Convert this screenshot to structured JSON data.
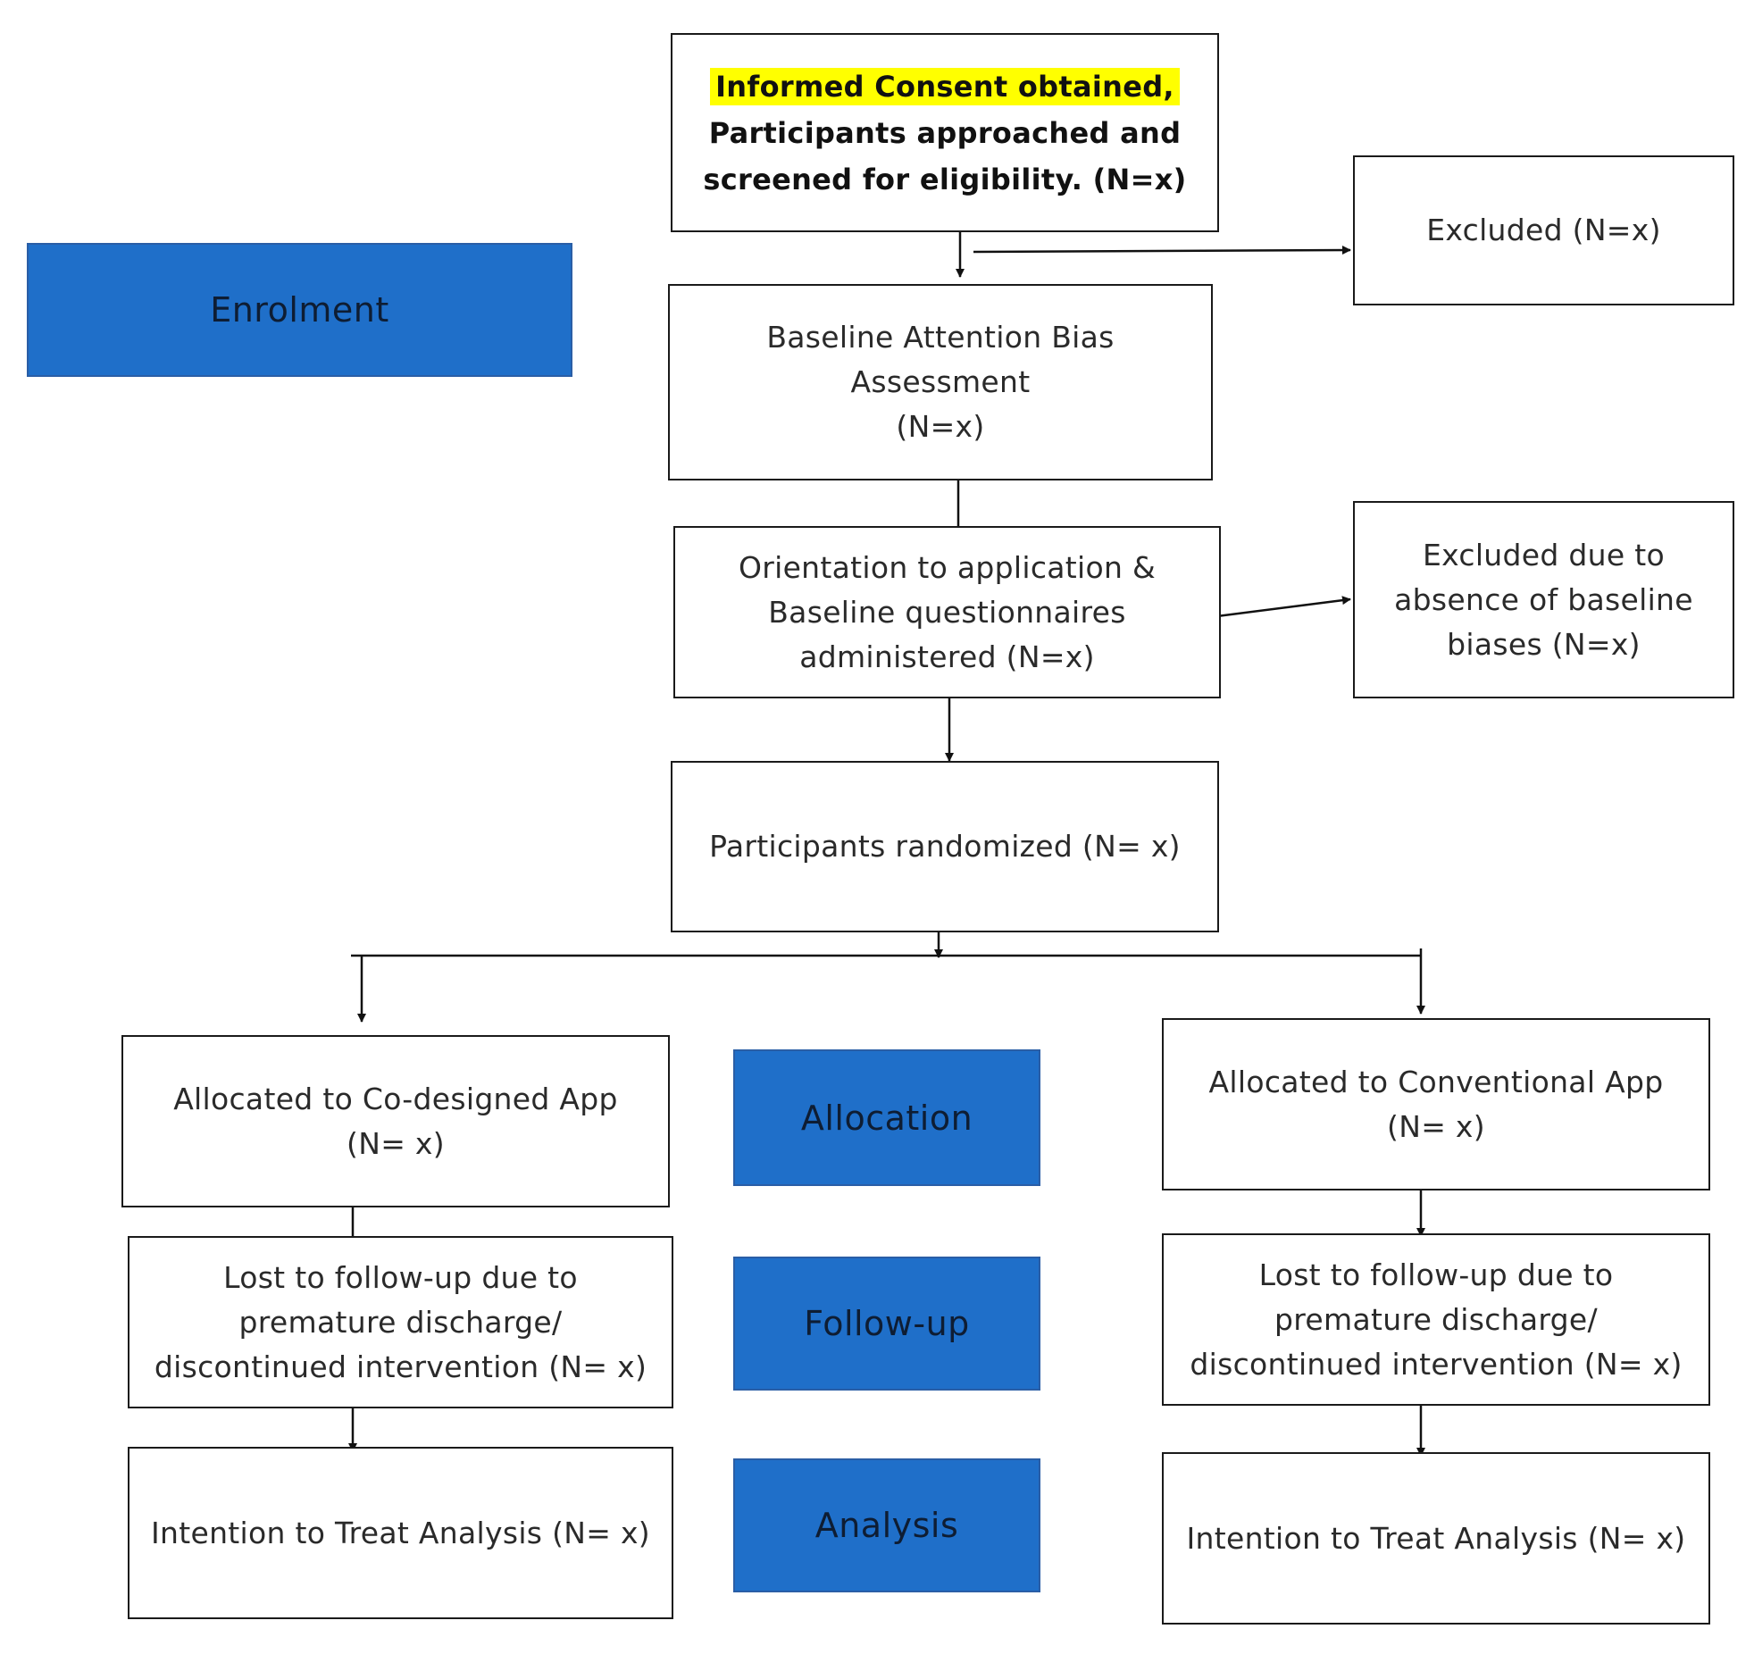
{
  "stages": {
    "enrolment": "Enrolment",
    "allocation": "Allocation",
    "follow_up": "Follow-up",
    "analysis": "Analysis"
  },
  "boxes": {
    "consent": {
      "highlight": "Informed Consent obtained,",
      "line2": "Participants approached and",
      "line3": "screened for eligibility. (N=x)"
    },
    "excluded": "Excluded (N=x)",
    "baseline_assessment": {
      "line1": "Baseline Attention Bias",
      "line2": "Assessment",
      "line3": "(N=x)"
    },
    "orientation": {
      "line1": "Orientation to application &",
      "line2": "Baseline questionnaires",
      "line3": "administered (N=x)"
    },
    "excluded_biases": {
      "line1": "Excluded due to",
      "line2": "absence of baseline",
      "line3": "biases (N=x)"
    },
    "randomized": "Participants randomized (N= x)",
    "left_arm": {
      "allocated": {
        "line1": "Allocated to Co-designed App",
        "line2": "(N= x)"
      },
      "lost": {
        "line1": "Lost to follow-up due to",
        "line2": "premature discharge/",
        "line3": "discontinued intervention (N= x)"
      },
      "analysis": "Intention to Treat Analysis (N= x)"
    },
    "right_arm": {
      "allocated": {
        "line1": "Allocated to Conventional App",
        "line2": "(N= x)"
      },
      "lost": {
        "line1": "Lost to follow-up due to",
        "line2": "premature discharge/",
        "line3": "discontinued intervention (N= x)"
      },
      "analysis": "Intention to Treat Analysis (N= x)"
    }
  }
}
